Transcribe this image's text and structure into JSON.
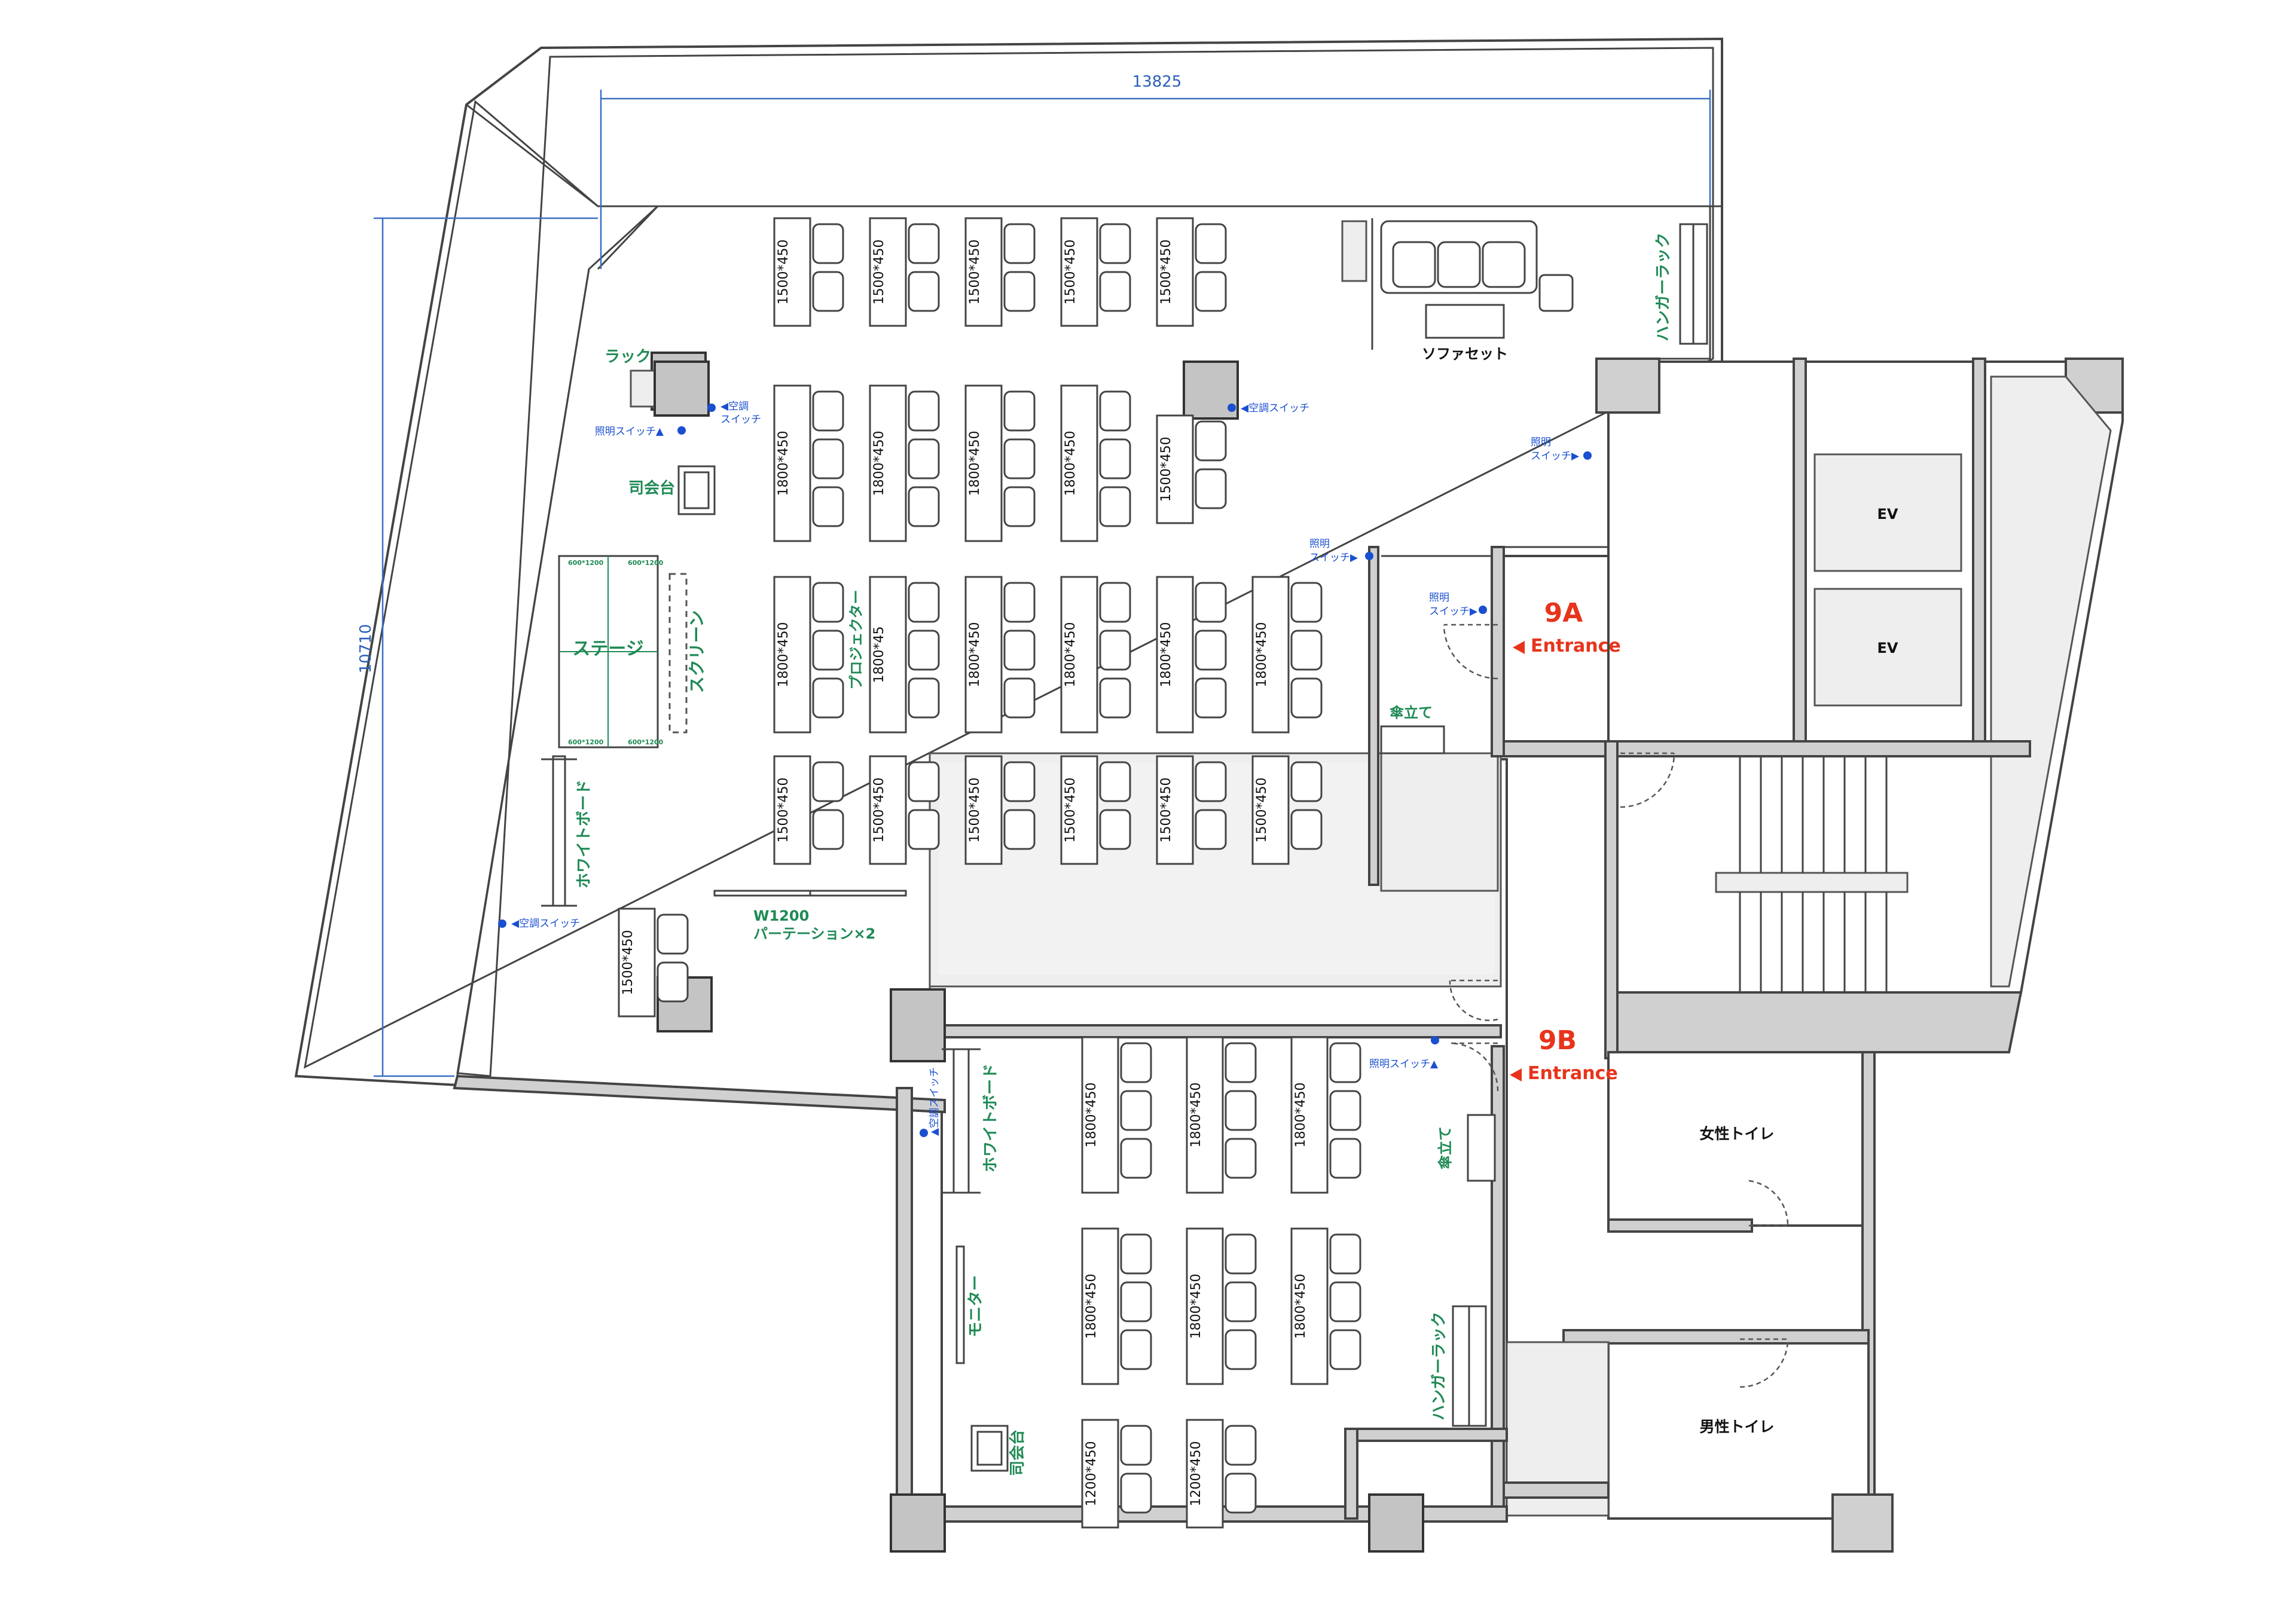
{
  "dimensions": {
    "width_label": "13825",
    "height_label": "10710"
  },
  "rooms": {
    "sofa_set": "ソファセット",
    "hanger_rack_top": "ハンガーラック",
    "rack": "ラック",
    "mc_table_top": "司会台",
    "stage": "ステージ",
    "screen": "スクリーン",
    "projector": "プロジェクター",
    "whiteboard_left": "ホワイトボード",
    "partition_size": "W1200",
    "partition": "パーテーション×2",
    "umbrella_a": "傘立て",
    "umbrella_b": "傘立て",
    "whiteboard_b": "ホワイトボード",
    "monitor": "モニター",
    "mc_table_bottom": "司会台",
    "hanger_rack_bottom": "ハンガーラック",
    "ev": "EV",
    "women_toilet": "女性トイレ",
    "men_toilet": "男性トイレ"
  },
  "entrances": [
    {
      "id": "9A",
      "label": "Entrance"
    },
    {
      "id": "9B",
      "label": "Entrance"
    }
  ],
  "switches": {
    "ac_switch": "◀空調スイッチ",
    "ac_switch_2line_1": "◀空調",
    "ac_switch_2line_2": "スイッチ",
    "light_switch_up": "照明スイッチ▲",
    "light_switch_a1": "照明",
    "light_switch_a2": "スイッチ▶",
    "ac_switch_up": "▲空調スイッチ"
  },
  "stage_dims": {
    "tl": "600*1200",
    "tr": "600*1200",
    "bl": "600*1200",
    "br": "600*1200"
  },
  "desks": {
    "d1500": "1500*450",
    "d1800": "1800*450",
    "d1200": "1200*450",
    "d1800_partial": "1800*45"
  },
  "colors": {
    "label_green": "#1f8a55",
    "entrance_red": "#e8341c",
    "switch_blue": "#1a4fd0",
    "dimension_blue": "#3a6fc4"
  }
}
